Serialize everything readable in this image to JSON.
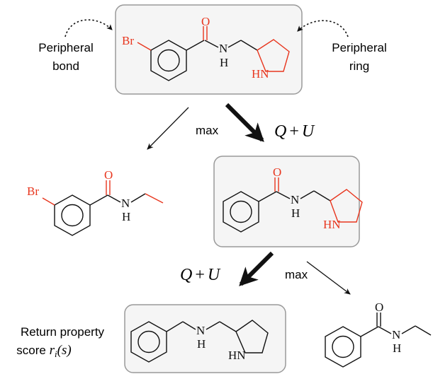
{
  "colors": {
    "highlight": "#e8361e",
    "bond": "#111111",
    "box_fill": "#f5f5f5",
    "box_stroke": "#9a9a9a"
  },
  "annotations": {
    "peripheral_bond_line1": "Peripheral",
    "peripheral_bond_line2": "bond",
    "peripheral_ring_line1": "Peripheral",
    "peripheral_ring_line2": "ring",
    "return_line1": "Return property",
    "return_line2_prefix": "score ",
    "return_math": "r",
    "return_sub": "i",
    "return_arg": "(s)"
  },
  "arrow_labels": {
    "max": "max",
    "q": "Q",
    "plus": "+",
    "u": "U"
  },
  "atoms": {
    "bromine": "Br",
    "oxygen": "O",
    "nitrogen": "N",
    "hydrogen": "H",
    "ring_nh": "HN"
  }
}
